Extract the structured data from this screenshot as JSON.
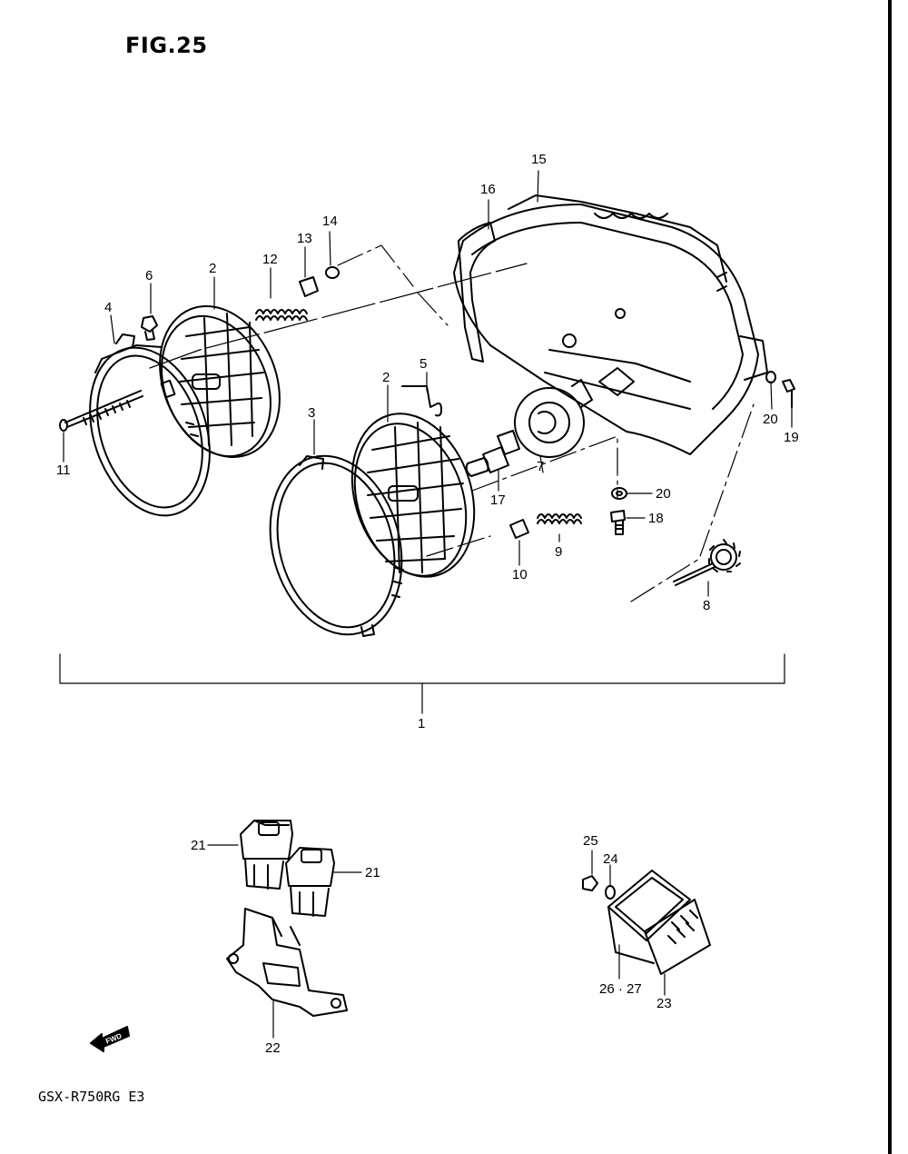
{
  "figure": {
    "title": "FIG.25"
  },
  "model": {
    "code": "GSX-R750RG  E3"
  },
  "fwd_label": "FWD",
  "callouts": [
    {
      "id": "c1",
      "label": "1"
    },
    {
      "id": "c2a",
      "label": "2"
    },
    {
      "id": "c2b",
      "label": "2"
    },
    {
      "id": "c3",
      "label": "3"
    },
    {
      "id": "c4",
      "label": "4"
    },
    {
      "id": "c5",
      "label": "5"
    },
    {
      "id": "c6",
      "label": "6"
    },
    {
      "id": "c7",
      "label": "7"
    },
    {
      "id": "c8",
      "label": "8"
    },
    {
      "id": "c9",
      "label": "9"
    },
    {
      "id": "c10",
      "label": "10"
    },
    {
      "id": "c11",
      "label": "11"
    },
    {
      "id": "c12",
      "label": "12"
    },
    {
      "id": "c13",
      "label": "13"
    },
    {
      "id": "c14",
      "label": "14"
    },
    {
      "id": "c15",
      "label": "15"
    },
    {
      "id": "c16",
      "label": "16"
    },
    {
      "id": "c17",
      "label": "17"
    },
    {
      "id": "c18",
      "label": "18"
    },
    {
      "id": "c19",
      "label": "19"
    },
    {
      "id": "c20a",
      "label": "20"
    },
    {
      "id": "c20b",
      "label": "20"
    },
    {
      "id": "c21a",
      "label": "21"
    },
    {
      "id": "c21b",
      "label": "21"
    },
    {
      "id": "c22",
      "label": "22"
    },
    {
      "id": "c23",
      "label": "23"
    },
    {
      "id": "c24",
      "label": "24"
    },
    {
      "id": "c25",
      "label": "25"
    },
    {
      "id": "c2627",
      "label": "26 · 27"
    }
  ]
}
